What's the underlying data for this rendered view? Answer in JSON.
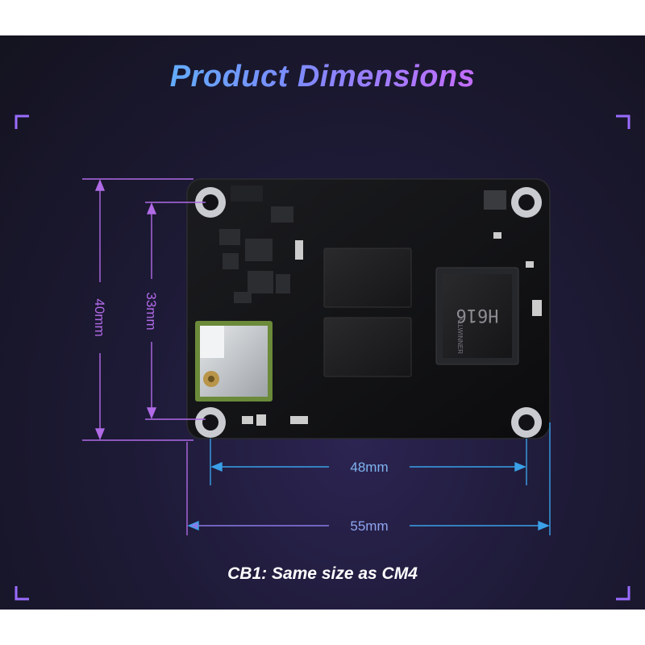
{
  "title": "Product Dimensions",
  "caption": "CB1: Same size as CM4",
  "dimensions": {
    "height_outer": "40mm",
    "height_holes": "33mm",
    "width_holes": "48mm",
    "width_outer": "55mm"
  },
  "board": {
    "soc_label": "H616",
    "soc_brand": "ALLWINNER"
  },
  "colors": {
    "title_gradient": [
      "#3fd8f5",
      "#7b8cff",
      "#c86bff",
      "#f05ad8"
    ],
    "vertical_dim": "#b06ae6",
    "horizontal_dim": "#3aa0e8",
    "corner_brackets": "#9a6cff",
    "board": "#111214"
  }
}
